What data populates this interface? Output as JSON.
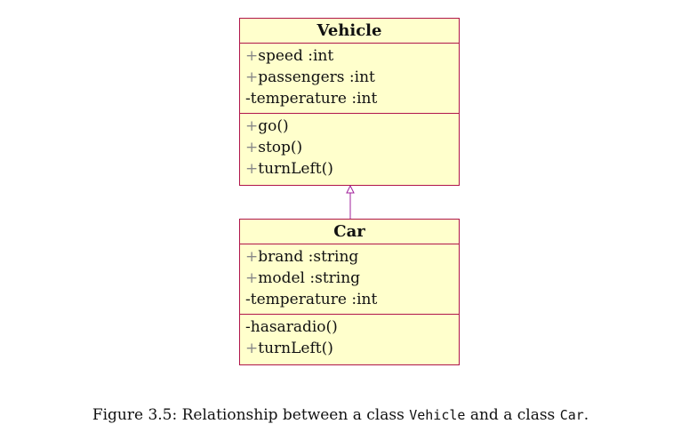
{
  "colors": {
    "class_fill": "#ffffcc",
    "class_border": "#b0154a",
    "arrow": "#a0219b",
    "visibility_plus": "#888888"
  },
  "diagram": {
    "classes": [
      {
        "name": "Vehicle",
        "attributes": [
          {
            "visibility": "+",
            "text": "speed :int"
          },
          {
            "visibility": "+",
            "text": "passengers :int"
          },
          {
            "visibility": "-",
            "text": "temperature :int"
          }
        ],
        "methods": [
          {
            "visibility": "+",
            "text": "go()"
          },
          {
            "visibility": "+",
            "text": "stop()"
          },
          {
            "visibility": "+",
            "text": "turnLeft()"
          }
        ]
      },
      {
        "name": "Car",
        "attributes": [
          {
            "visibility": "+",
            "text": "brand :string"
          },
          {
            "visibility": "+",
            "text": "model :string"
          },
          {
            "visibility": "-",
            "text": "temperature :int"
          }
        ],
        "methods": [
          {
            "visibility": "-",
            "text": "hasaradio()"
          },
          {
            "visibility": "+",
            "text": "turnLeft()"
          }
        ]
      }
    ],
    "relationship": {
      "type": "inheritance",
      "from": "Car",
      "to": "Vehicle"
    }
  },
  "caption": {
    "prefix": "Figure 3.5: Relationship between a class ",
    "class_a": "Vehicle",
    "middle": " and a class ",
    "class_b": "Car",
    "suffix": "."
  }
}
